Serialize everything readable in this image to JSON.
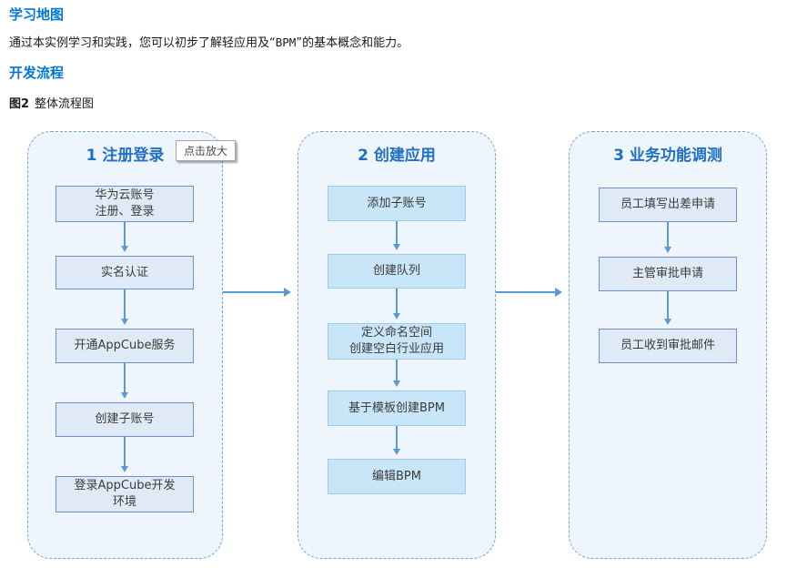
{
  "headings": {
    "learning_map": "学习地图",
    "dev_process": "开发流程"
  },
  "intro": {
    "prefix": "通过本实例学习和实践，您可以初步了解轻应用及“",
    "code": "BPM",
    "suffix": "”的基本概念和能力。"
  },
  "figure": {
    "label": "图2",
    "caption": "整体流程图",
    "tooltip": "点击放大"
  },
  "diagram": {
    "type": "flowchart",
    "columns": [
      {
        "title": "1 注册登录",
        "boxes": [
          "华为云账号\n注册、登录",
          "实名认证",
          "开通AppCube服务",
          "创建子账号",
          "登录AppCube开发\n环境"
        ]
      },
      {
        "title": "2 创建应用",
        "boxes": [
          "添加子账号",
          "创建队列",
          "定义命名空间\n创建空白行业应用",
          "基于模板创建BPM",
          "编辑BPM"
        ]
      },
      {
        "title": "3 业务功能调测",
        "boxes": [
          "员工填写出差申请",
          "主管审批申请",
          "员工收到审批邮件"
        ]
      }
    ],
    "colors": {
      "heading_blue": "#0077d4",
      "column_title_blue": "#1f70c2",
      "container_bg": "#eef5fc",
      "container_border": "#71a7e1",
      "box_light_bg": "#dfeaf6",
      "box_light_border": "#6a93c4",
      "box_cyan_bg": "#c9e6f8",
      "box_cyan_border": "#9dcdec",
      "arrow_blue": "#5b9bd5"
    }
  }
}
